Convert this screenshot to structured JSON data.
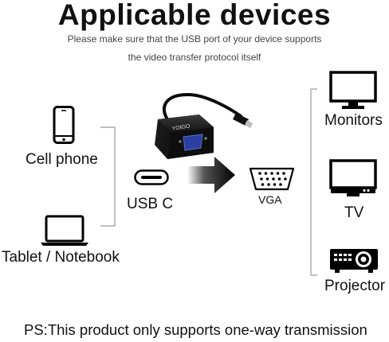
{
  "header": {
    "title": "Applicable devices",
    "subtitle_line1": "Please make sure that the USB port of your device supports",
    "subtitle_line2": "the video transfer protocol itself"
  },
  "inputs": {
    "cell_phone": "Cell phone",
    "tablet_notebook": "Tablet / Notebook"
  },
  "adapter": {
    "usb_c_label": "USB C",
    "vga_label": "VGA",
    "brand_text": "YOIGO"
  },
  "outputs": {
    "monitors": "Monitors",
    "tv": "TV",
    "projector": "Projector"
  },
  "footer": {
    "note": "PS:This product only supports one-way transmission"
  },
  "icons": [
    "phone-icon",
    "laptop-icon",
    "usb-c-port-icon",
    "adapter-image",
    "arrow-icon",
    "vga-port-icon",
    "monitor-icon",
    "tv-icon",
    "projector-icon"
  ]
}
